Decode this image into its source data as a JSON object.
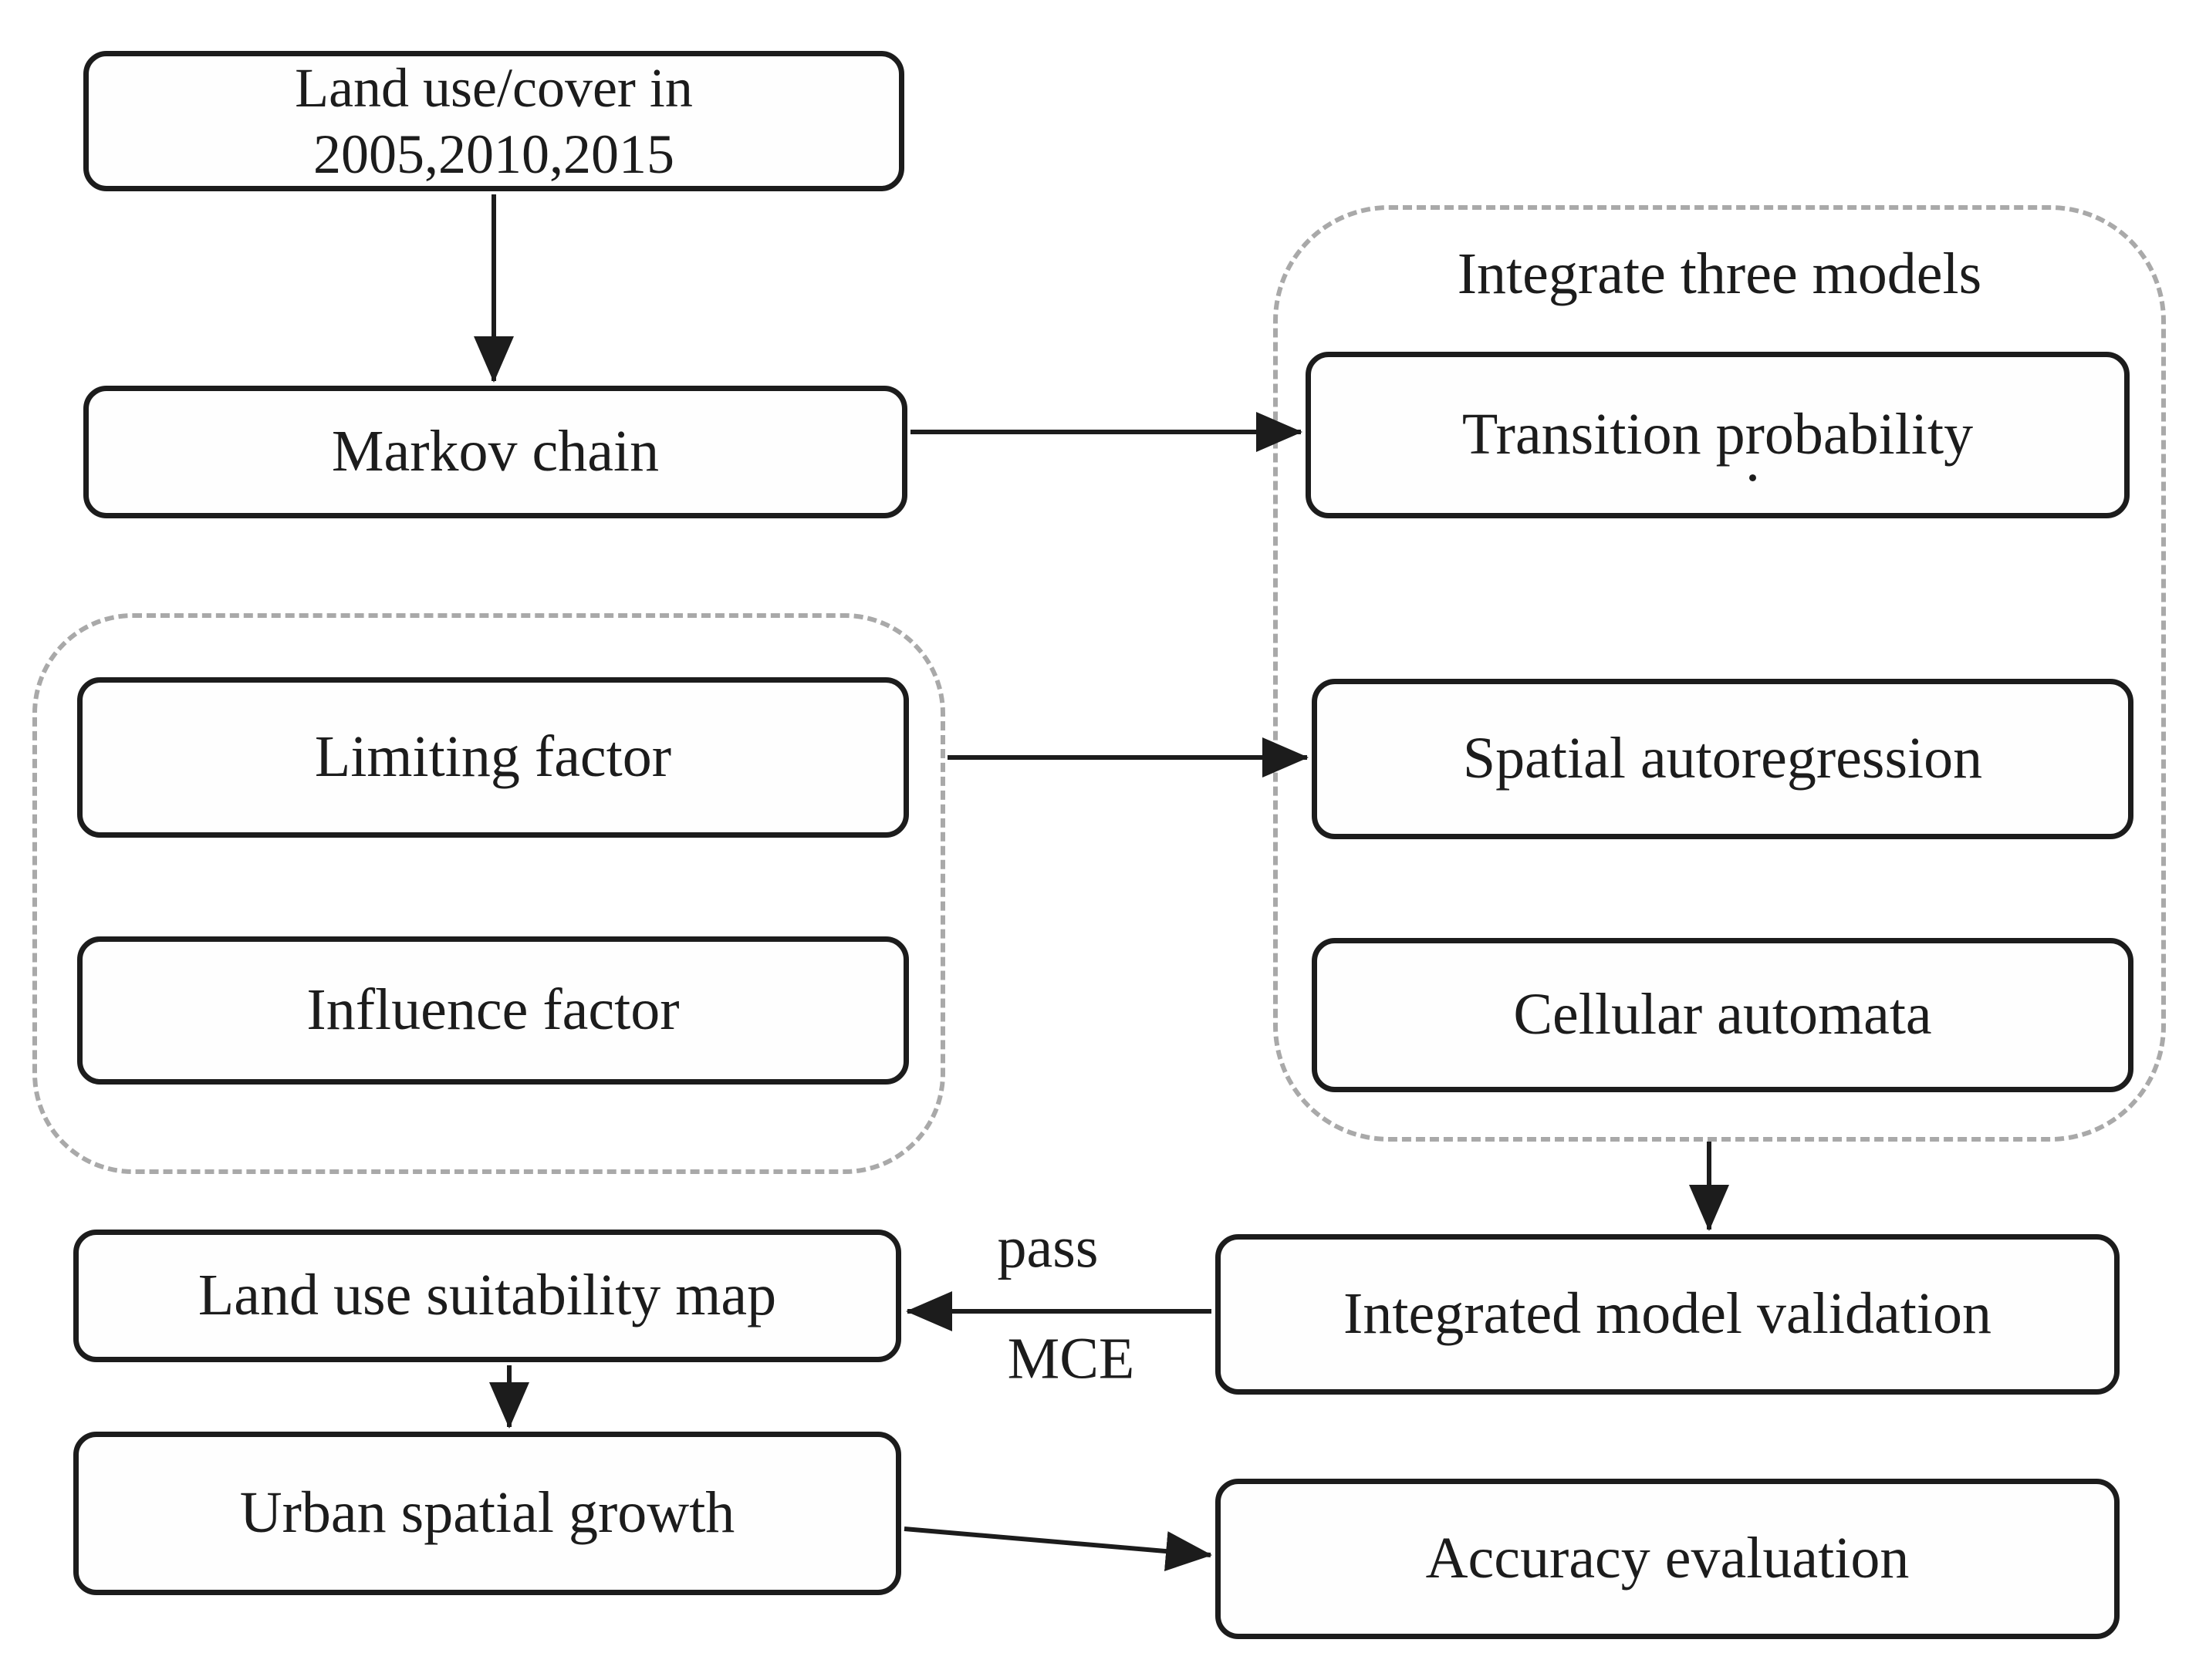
{
  "meta": {
    "background_color": "#ffffff",
    "box_border_color": "#1c1c1c",
    "dashed_border_color": "#a9a9a9",
    "text_color": "#1c1c1c"
  },
  "nodes": {
    "landuse": {
      "line1": "Land use/cover in",
      "line2": "2005,2010,2015"
    },
    "markov": {
      "label": "Markov chain"
    },
    "transition": {
      "label": "Transition probability",
      "stray_mark": "."
    },
    "limiting": {
      "label": "Limiting factor"
    },
    "influence": {
      "label": "Influence factor"
    },
    "spatial": {
      "label": "Spatial autoregression"
    },
    "cellular": {
      "label": "Cellular automata"
    },
    "suitability": {
      "label": "Land use suitability map"
    },
    "integrated": {
      "label": "Integrated model validation"
    },
    "urban": {
      "label": "Urban spatial growth"
    },
    "accuracy": {
      "label": "Accuracy evaluation"
    }
  },
  "groups": {
    "integrate": {
      "title": "Integrate three models"
    }
  },
  "edges": {
    "mce": {
      "label_top": "pass",
      "label_bottom": "MCE"
    }
  }
}
